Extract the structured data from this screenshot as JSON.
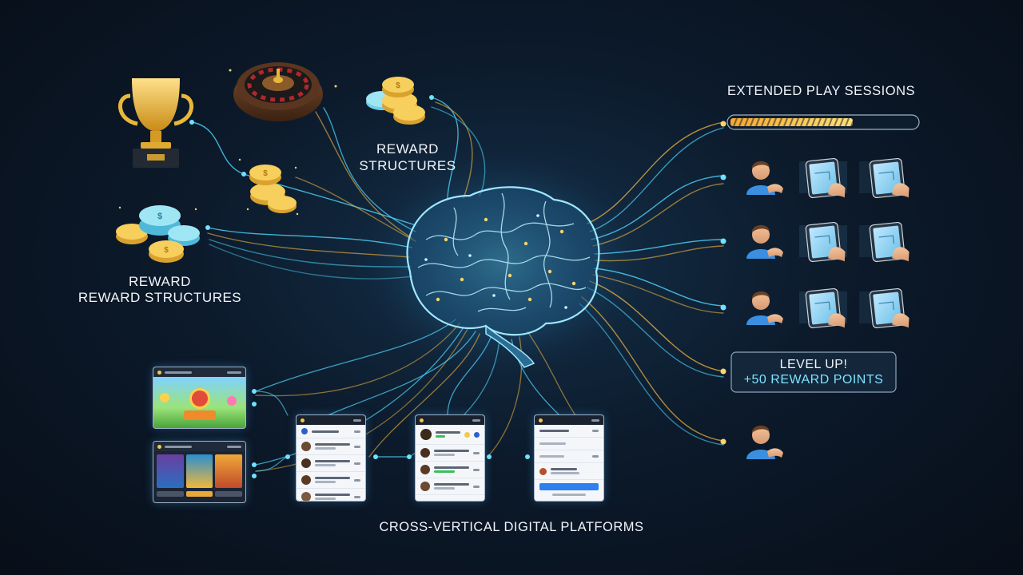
{
  "labels": {
    "reward_top": "REWARD\nSTRUCTURES",
    "reward_left_line1": "REWARD",
    "reward_left_line2": "REWARD STRUCTURES",
    "extended_play": "EXTENDED PLAY SESSIONS",
    "levelup_line1": "LEVEL UP!",
    "levelup_line2": "+50 REWARD POINTS",
    "platforms": "CROSS-VERTICAL DIGITAL PLATFORMS"
  },
  "progress": {
    "fraction": 0.66
  },
  "colors": {
    "wire_cyan": "#4fd8ff",
    "wire_gold": "#f4b841",
    "gold": "#e9b83a",
    "coin_blue": "#6fd0e8",
    "level_up_accent": "#7fe3ff"
  },
  "icons": {
    "trophy": "trophy-icon",
    "roulette": "roulette-wheel-icon",
    "coins": "coin-stack-icon",
    "brain": "brain-circuit-icon",
    "user": "user-avatar-icon",
    "tablet": "tablet-tap-icon"
  }
}
